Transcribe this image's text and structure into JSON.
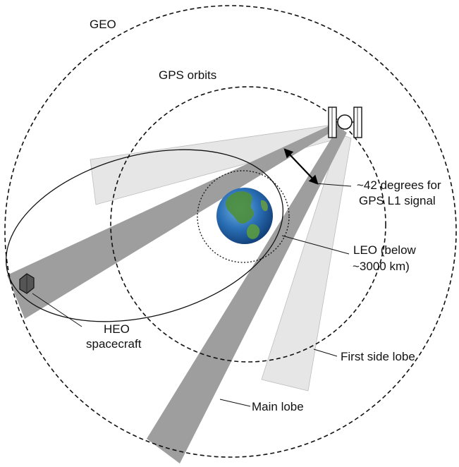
{
  "labels": {
    "geo": "GEO",
    "gps_orbits": "GPS orbits",
    "beamwidth_line1": "~42 degrees for",
    "beamwidth_line2": "GPS L1 signal",
    "leo_line1": "LEO (below",
    "leo_line2": "~3000 km)",
    "heo_line1": "HEO",
    "heo_line2": "spacecraft",
    "first_side_lobe": "First side lobe",
    "main_lobe": "Main lobe"
  },
  "colors": {
    "main_lobe": "#9e9e9e",
    "side_lobe": "#e6e6e6",
    "orbit_line": "#111111",
    "earth_ocean": "#2a6fb5",
    "earth_land": "#4e8f3a"
  },
  "icons": {
    "satellite": "gps-satellite-icon",
    "spacecraft": "heo-spacecraft-icon",
    "earth": "earth-globe-icon",
    "arrow": "double-headed-arrow-icon"
  }
}
